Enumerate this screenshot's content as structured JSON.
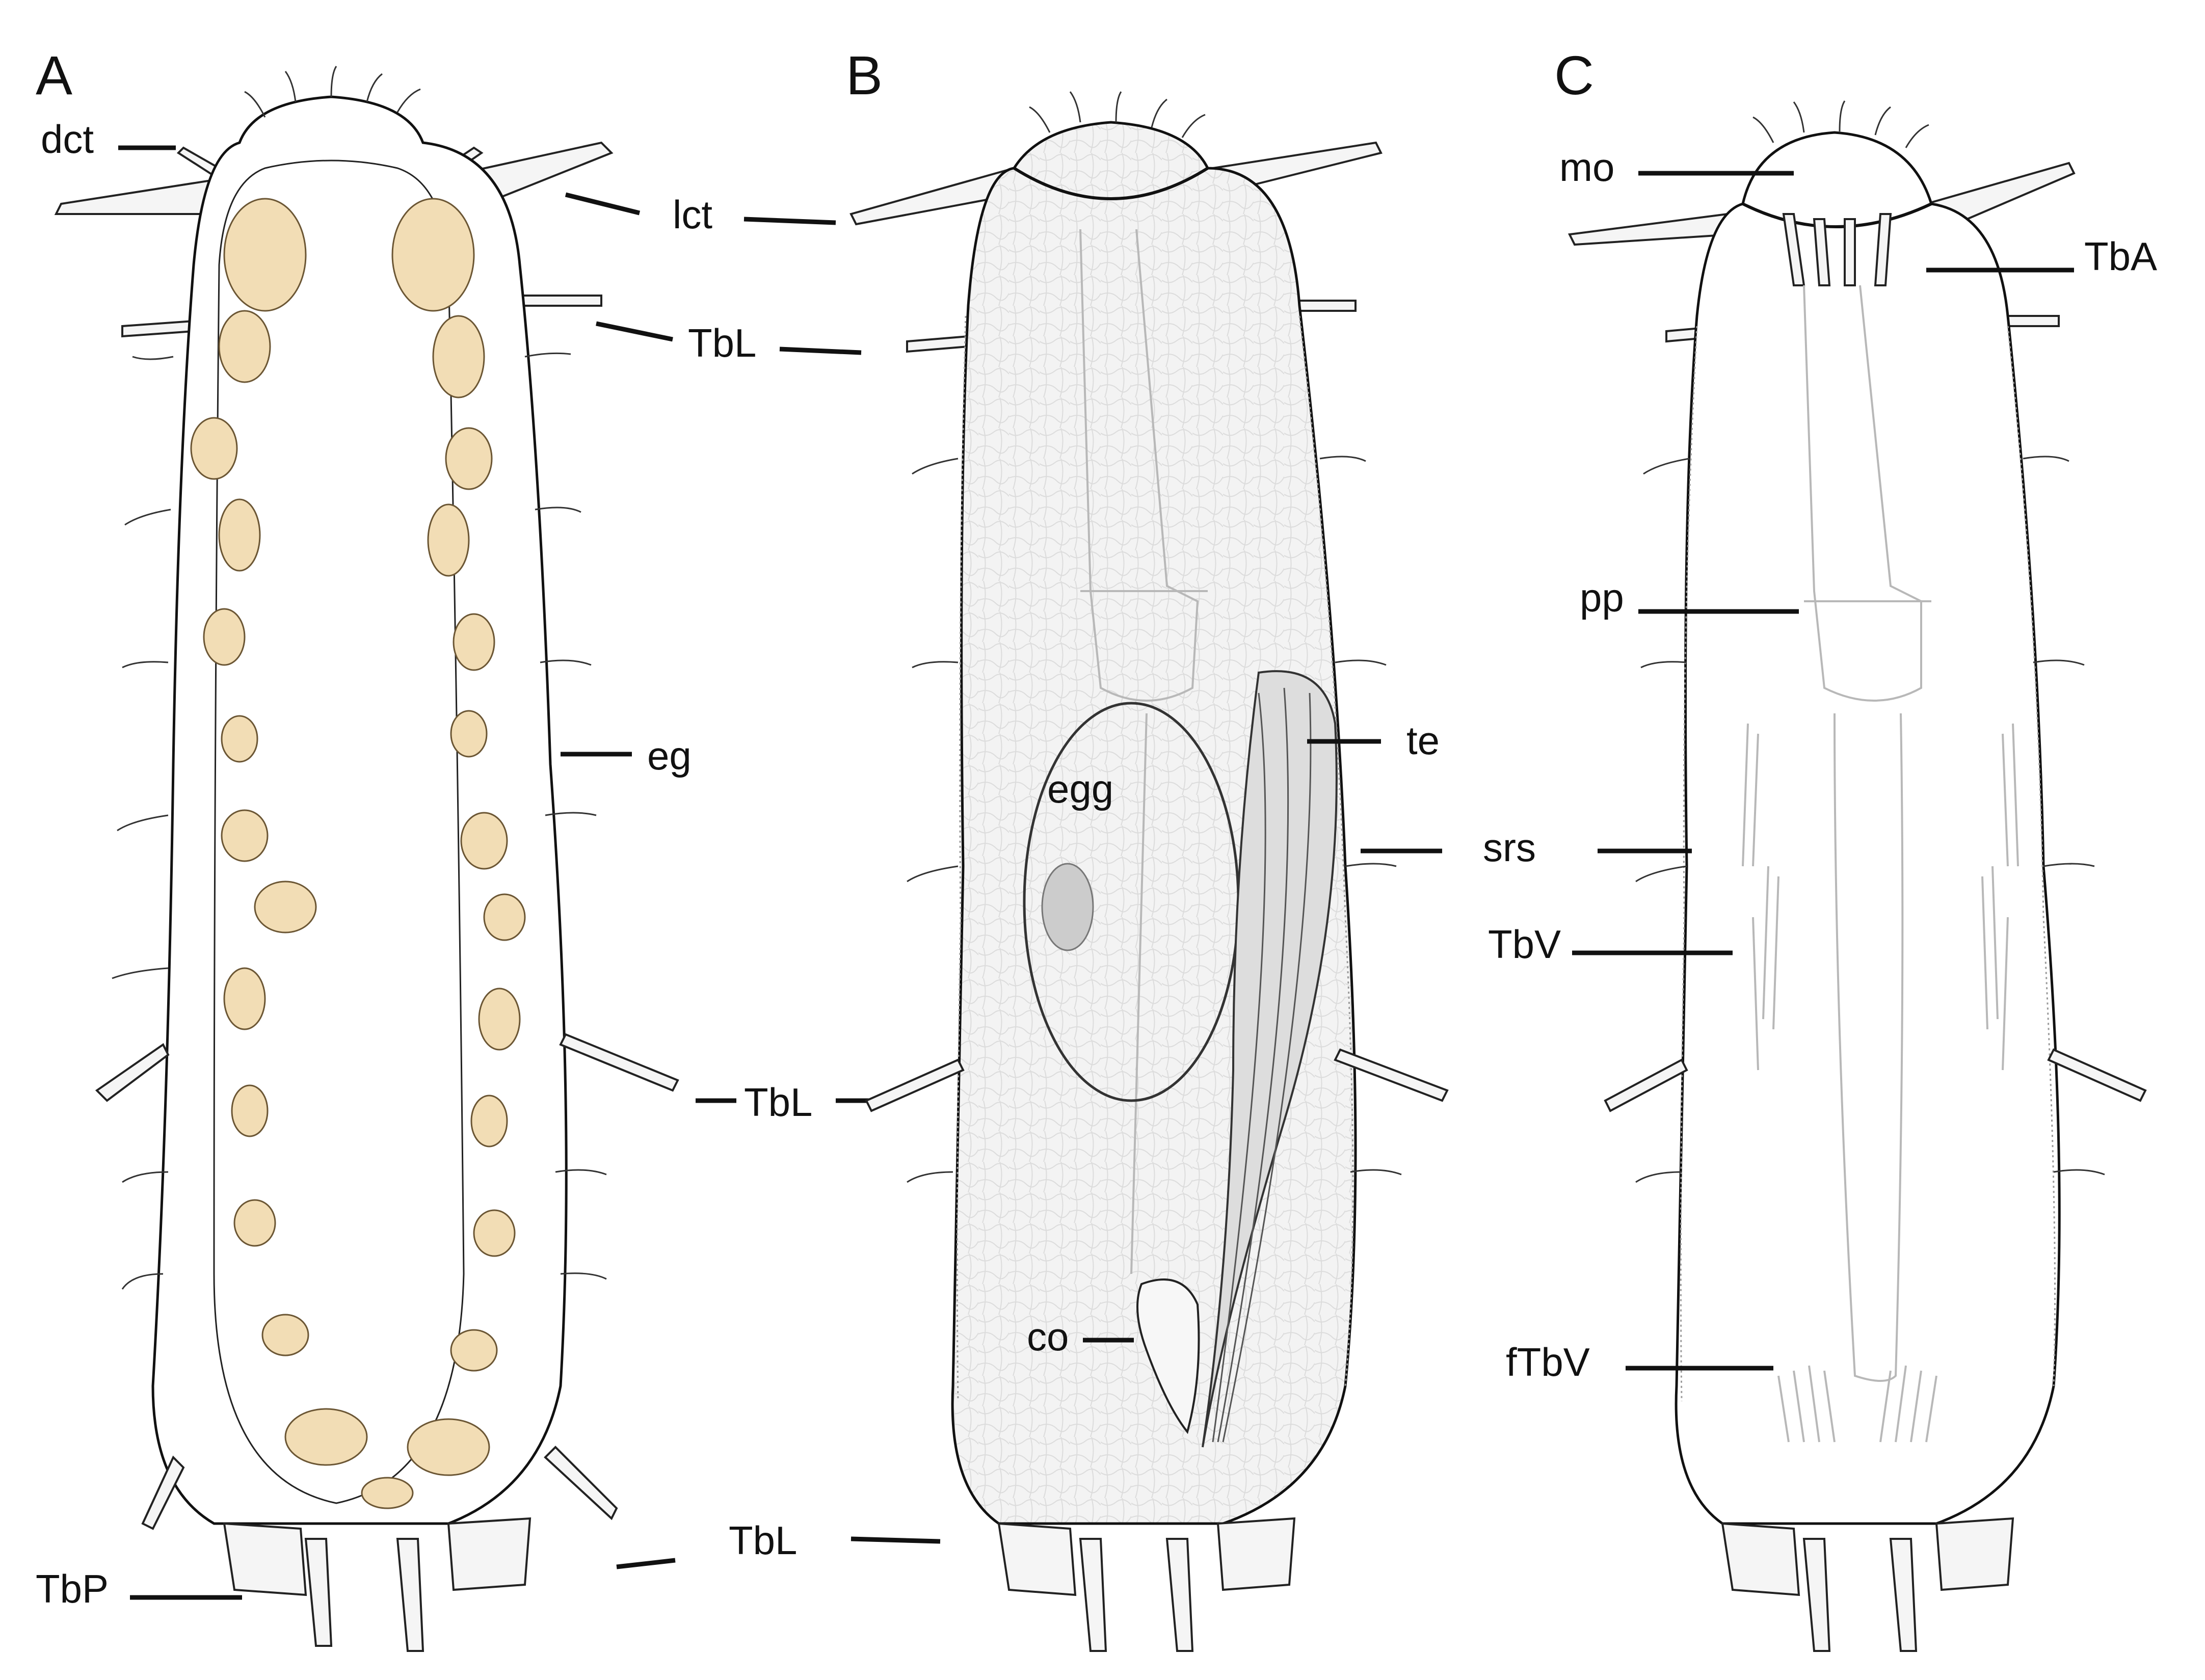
{
  "panels": [
    {
      "id": "A",
      "letter": "A",
      "labels": {
        "dct": "dct",
        "lct": "lct",
        "tbl_top": "TbL",
        "eg": "eg",
        "tbl_mid": "TbL",
        "tbp": "TbP",
        "tbl_bottom": "TbL"
      }
    },
    {
      "id": "B",
      "letter": "B",
      "labels": {
        "egg": "egg",
        "te": "te",
        "srs": "srs",
        "co": "co"
      }
    },
    {
      "id": "C",
      "letter": "C",
      "labels": {
        "mo": "mo",
        "tba": "TbA",
        "pp": "pp",
        "tbv": "TbV",
        "ftbv": "fTbV"
      }
    }
  ],
  "colors": {
    "gland_fill": "#f2ddb5",
    "gland_stroke": "#6b5634",
    "egg_nucleus": "#cccccc",
    "outline": "#111111",
    "body_texture": "#f1f1f1"
  }
}
